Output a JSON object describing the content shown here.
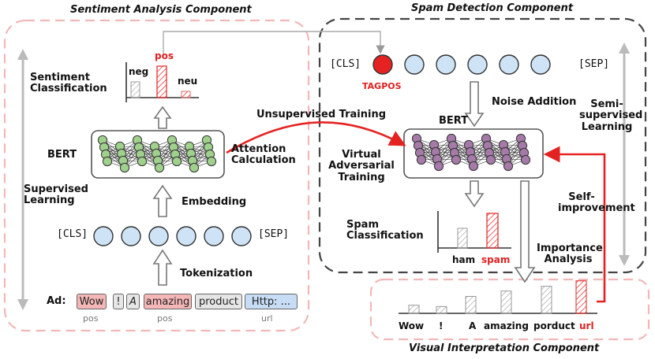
{
  "colors": {
    "dashed_pink": "#f2b8b8",
    "dashed_dark": "#444444",
    "arrow_red": "#e52222",
    "node_blue": "#cfe3f7",
    "node_green": "#9fd08c",
    "node_purple": "#a57aa8",
    "token_red": "#f4b6b6",
    "token_blue": "#c7dcf5",
    "token_gray": "#e6e6e6"
  },
  "sentiment_component": {
    "title": "Sentiment Analysis Component",
    "classification_label": "Sentiment Classification",
    "bar_labels": [
      "neg",
      "pos",
      "neu"
    ],
    "bert_label": "BERT",
    "attention_label": "Attention Calculation",
    "embedding_label": "Embedding",
    "supervised_label": "Supervised Learning",
    "cls_token": "[CLS]",
    "sep_token": "[SEP]",
    "tokenization_label": "Tokenization"
  },
  "ad_input": {
    "label": "Ad:",
    "tokens": [
      "Wow",
      "!",
      "A",
      "amazing",
      "product",
      "Http: ..."
    ],
    "tags": [
      "pos",
      "pos",
      "url"
    ]
  },
  "spam_component": {
    "title": "Spam Detection Component",
    "cls_token": "[CLS]",
    "sep_token": "[SEP]",
    "tagpos_label": "TAGPOS",
    "noise_label": "Noise Addition",
    "bert_label": "BERT",
    "vat_label": "Virtual Adversarial Training",
    "semi_label": "Semi-supervised Learning",
    "spam_class_label": "Spam Classification",
    "bar_labels": [
      "ham",
      "spam"
    ],
    "self_improve_label": "Self-improvement",
    "importance_label": "Importance Analysis"
  },
  "unsupervised_label": "Unsupervised Training",
  "visual_component": {
    "title": "Visual Interpretation Component",
    "words": [
      "Wow",
      "!",
      "A",
      "amazing",
      "porduct",
      "url"
    ],
    "importance": [
      0.12,
      0.1,
      0.25,
      0.33,
      0.4,
      0.48
    ]
  }
}
